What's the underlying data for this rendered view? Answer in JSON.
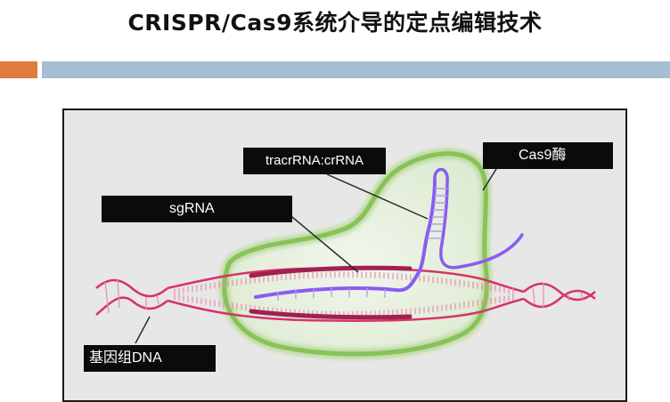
{
  "slide": {
    "title": "CRISPR/Cas9系统介导的定点编辑技术"
  },
  "figure": {
    "labels": {
      "tracr_crrna": "tracrRNA:crRNA",
      "cas9": "Cas9酶",
      "sgrna": "sgRNA",
      "genomic_dna": "基因组DNA"
    }
  },
  "colors": {
    "accent_orange": "#e07a3d",
    "accent_blue": "#a7bdd3",
    "cas9_outline": "#88c25a",
    "dna_strand": "#d6336c",
    "rna_strand": "#8a5cf0",
    "label_bg": "#0b0b0b"
  }
}
